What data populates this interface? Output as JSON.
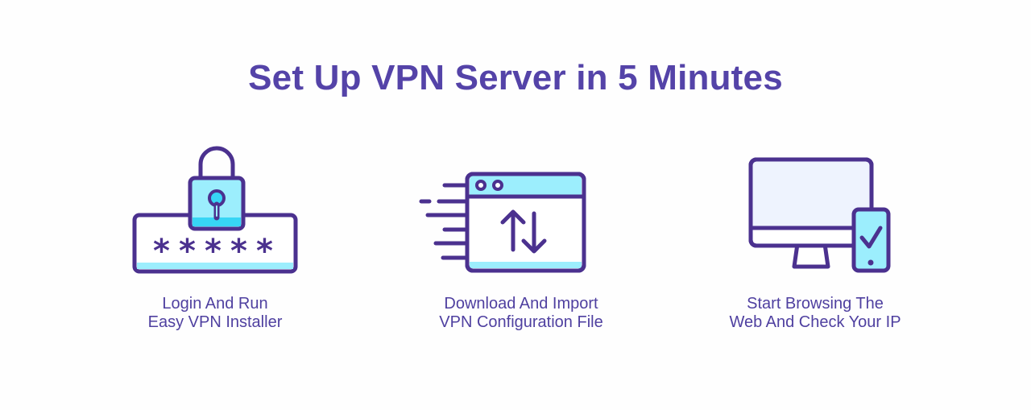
{
  "header": {
    "title": "Set Up VPN Server in 5 Minutes"
  },
  "colors": {
    "primary": "#4b318f",
    "title": "#5443a8",
    "accent_light": "#9ceefd",
    "accent_cyan": "#37d5f5",
    "screen_fill": "#eef3fe",
    "background": "#fefefe"
  },
  "steps": [
    {
      "icon": "lock-password-icon",
      "caption_line1": "Login And Run",
      "caption_line2": "Easy VPN Installer"
    },
    {
      "icon": "browser-transfer-icon",
      "caption_line1": "Download And Import",
      "caption_line2": "VPN Configuration File"
    },
    {
      "icon": "monitor-phone-check-icon",
      "caption_line1": "Start Browsing The",
      "caption_line2": "Web And Check Your IP"
    }
  ]
}
